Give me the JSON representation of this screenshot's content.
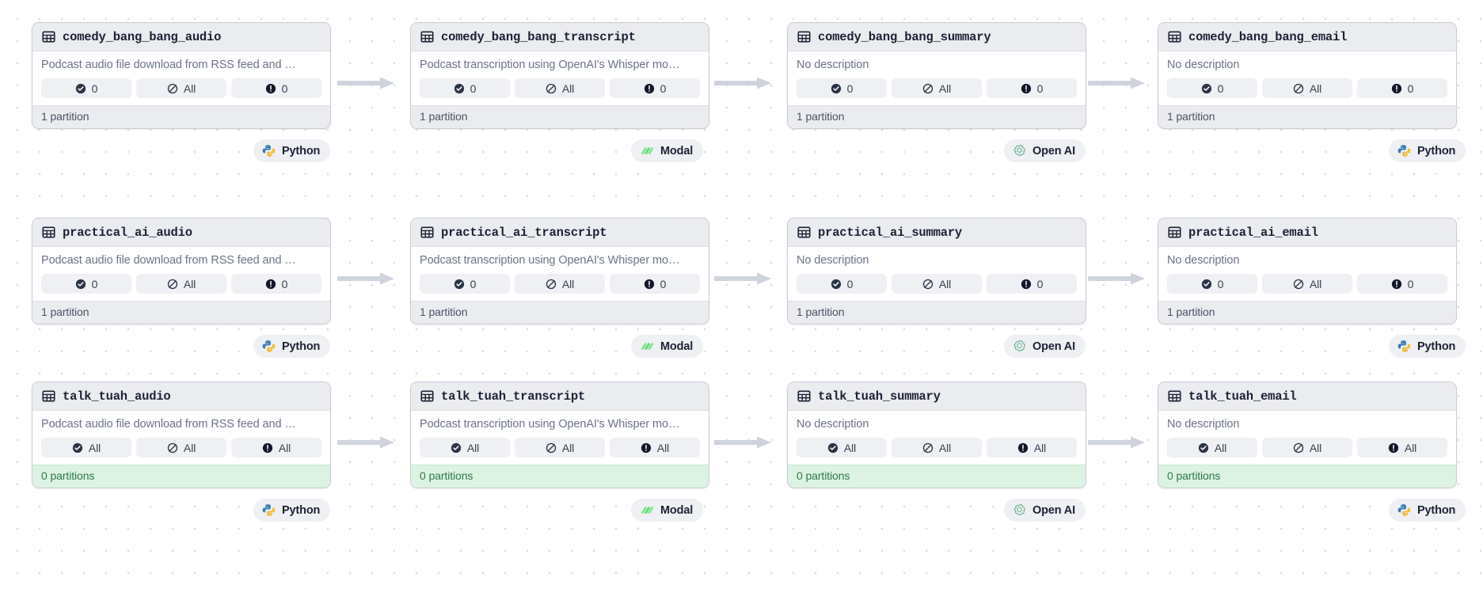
{
  "graph": {
    "background": "#ffffff",
    "dot_color": "#dcdfe4",
    "arrow_color": "#cfd3dc",
    "empty_footer_bg": "#dcf2e3",
    "empty_footer_text": "#2c7a47"
  },
  "labels": {
    "desc_audio": "Podcast audio file download from RSS feed and …",
    "desc_transcript": "Podcast transcription using OpenAI's Whisper mo…",
    "desc_none": "No description",
    "one_partition": "1 partition",
    "zero_partitions": "0 partitions",
    "all": "All",
    "zero": "0"
  },
  "icons": {
    "table": "table-icon",
    "check": "check-circle-icon",
    "slash": "slash-circle-icon",
    "alert": "alert-circle-icon",
    "python": "python-logo-icon",
    "modal": "modal-logo-icon",
    "openai": "openai-logo-icon"
  },
  "rows": [
    {
      "id": "comedy_bang_bang",
      "empty": false,
      "assets": [
        {
          "name": "comedy_bang_bang_audio",
          "description": "Podcast audio file download from RSS feed and …",
          "status": [
            {
              "icon": "check-circle-icon",
              "value": "0"
            },
            {
              "icon": "slash-circle-icon",
              "value": "All"
            },
            {
              "icon": "alert-circle-icon",
              "value": "0"
            }
          ],
          "partitions": "1 partition",
          "kind": {
            "label": "Python",
            "icon": "python-logo-icon"
          }
        },
        {
          "name": "comedy_bang_bang_transcript",
          "description": "Podcast transcription using OpenAI's Whisper mo…",
          "status": [
            {
              "icon": "check-circle-icon",
              "value": "0"
            },
            {
              "icon": "slash-circle-icon",
              "value": "All"
            },
            {
              "icon": "alert-circle-icon",
              "value": "0"
            }
          ],
          "partitions": "1 partition",
          "kind": {
            "label": "Modal",
            "icon": "modal-logo-icon"
          }
        },
        {
          "name": "comedy_bang_bang_summary",
          "description": "No description",
          "status": [
            {
              "icon": "check-circle-icon",
              "value": "0"
            },
            {
              "icon": "slash-circle-icon",
              "value": "All"
            },
            {
              "icon": "alert-circle-icon",
              "value": "0"
            }
          ],
          "partitions": "1 partition",
          "kind": {
            "label": "Open AI",
            "icon": "openai-logo-icon"
          }
        },
        {
          "name": "comedy_bang_bang_email",
          "description": "No description",
          "status": [
            {
              "icon": "check-circle-icon",
              "value": "0"
            },
            {
              "icon": "slash-circle-icon",
              "value": "All"
            },
            {
              "icon": "alert-circle-icon",
              "value": "0"
            }
          ],
          "partitions": "1 partition",
          "kind": {
            "label": "Python",
            "icon": "python-logo-icon"
          }
        }
      ]
    },
    {
      "id": "practical_ai",
      "empty": false,
      "assets": [
        {
          "name": "practical_ai_audio",
          "description": "Podcast audio file download from RSS feed and …",
          "status": [
            {
              "icon": "check-circle-icon",
              "value": "0"
            },
            {
              "icon": "slash-circle-icon",
              "value": "All"
            },
            {
              "icon": "alert-circle-icon",
              "value": "0"
            }
          ],
          "partitions": "1 partition",
          "kind": {
            "label": "Python",
            "icon": "python-logo-icon"
          }
        },
        {
          "name": "practical_ai_transcript",
          "description": "Podcast transcription using OpenAI's Whisper mo…",
          "status": [
            {
              "icon": "check-circle-icon",
              "value": "0"
            },
            {
              "icon": "slash-circle-icon",
              "value": "All"
            },
            {
              "icon": "alert-circle-icon",
              "value": "0"
            }
          ],
          "partitions": "1 partition",
          "kind": {
            "label": "Modal",
            "icon": "modal-logo-icon"
          }
        },
        {
          "name": "practical_ai_summary",
          "description": "No description",
          "status": [
            {
              "icon": "check-circle-icon",
              "value": "0"
            },
            {
              "icon": "slash-circle-icon",
              "value": "All"
            },
            {
              "icon": "alert-circle-icon",
              "value": "0"
            }
          ],
          "partitions": "1 partition",
          "kind": {
            "label": "Open AI",
            "icon": "openai-logo-icon"
          }
        },
        {
          "name": "practical_ai_email",
          "description": "No description",
          "status": [
            {
              "icon": "check-circle-icon",
              "value": "0"
            },
            {
              "icon": "slash-circle-icon",
              "value": "All"
            },
            {
              "icon": "alert-circle-icon",
              "value": "0"
            }
          ],
          "partitions": "1 partition",
          "kind": {
            "label": "Python",
            "icon": "python-logo-icon"
          }
        }
      ]
    },
    {
      "id": "talk_tuah",
      "empty": true,
      "assets": [
        {
          "name": "talk_tuah_audio",
          "description": "Podcast audio file download from RSS feed and …",
          "status": [
            {
              "icon": "check-circle-icon",
              "value": "All"
            },
            {
              "icon": "slash-circle-icon",
              "value": "All"
            },
            {
              "icon": "alert-circle-icon",
              "value": "All"
            }
          ],
          "partitions": "0 partitions",
          "kind": {
            "label": "Python",
            "icon": "python-logo-icon"
          }
        },
        {
          "name": "talk_tuah_transcript",
          "description": "Podcast transcription using OpenAI's Whisper mo…",
          "status": [
            {
              "icon": "check-circle-icon",
              "value": "All"
            },
            {
              "icon": "slash-circle-icon",
              "value": "All"
            },
            {
              "icon": "alert-circle-icon",
              "value": "All"
            }
          ],
          "partitions": "0 partitions",
          "kind": {
            "label": "Modal",
            "icon": "modal-logo-icon"
          }
        },
        {
          "name": "talk_tuah_summary",
          "description": "No description",
          "status": [
            {
              "icon": "check-circle-icon",
              "value": "All"
            },
            {
              "icon": "slash-circle-icon",
              "value": "All"
            },
            {
              "icon": "alert-circle-icon",
              "value": "All"
            }
          ],
          "partitions": "0 partitions",
          "kind": {
            "label": "Open AI",
            "icon": "openai-logo-icon"
          }
        },
        {
          "name": "talk_tuah_email",
          "description": "No description",
          "status": [
            {
              "icon": "check-circle-icon",
              "value": "All"
            },
            {
              "icon": "slash-circle-icon",
              "value": "All"
            },
            {
              "icon": "alert-circle-icon",
              "value": "All"
            }
          ],
          "partitions": "0 partitions",
          "kind": {
            "label": "Python",
            "icon": "python-logo-icon"
          }
        }
      ]
    }
  ]
}
